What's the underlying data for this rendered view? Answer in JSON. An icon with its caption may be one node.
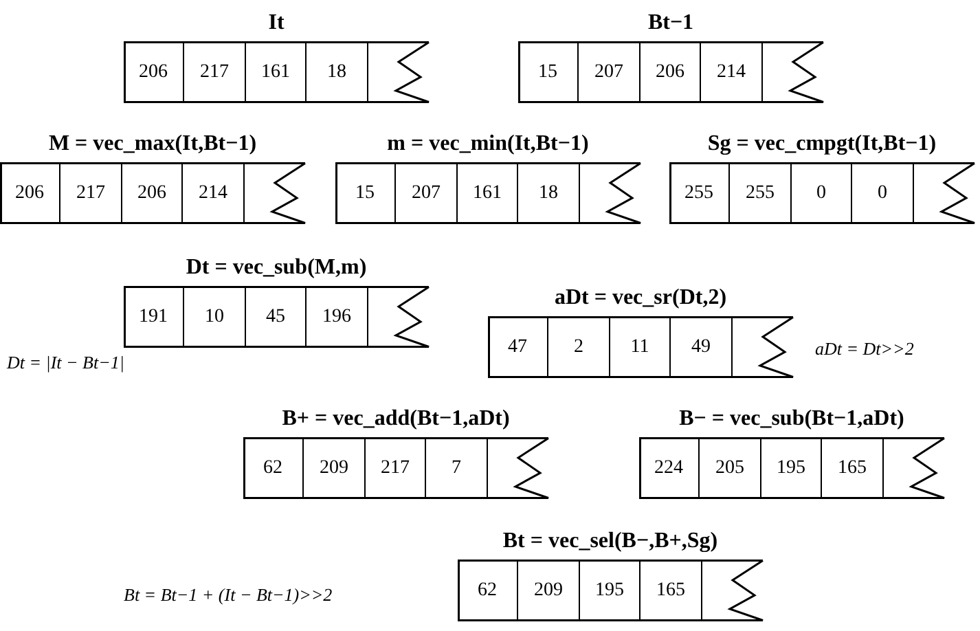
{
  "diagram": {
    "nodes": [
      {
        "text": [
          "It",
          "206",
          "217",
          "161",
          "18"
        ]
      },
      {
        "text": [
          "Bt−1",
          "15",
          "207",
          "206",
          "214"
        ]
      },
      {
        "text": [
          "M = vec_max(It,Bt−1)",
          "206",
          "217",
          "206",
          "214"
        ]
      },
      {
        "text": [
          "m = vec_min(It,Bt−1)",
          "15",
          "207",
          "161",
          "18"
        ]
      },
      {
        "text": [
          "Sg = vec_cmpgt(It,Bt−1)",
          "255",
          "255",
          "0",
          "0"
        ]
      },
      {
        "text": [
          "Dt = vec_sub(M,m)",
          "191",
          "10",
          "45",
          "196"
        ]
      },
      {
        "text": [
          "aDt = vec_sr(Dt,2)",
          "47",
          "2",
          "11",
          "49"
        ]
      },
      {
        "text": [
          "B+ = vec_add(Bt−1,aDt)",
          "62",
          "209",
          "217",
          "7"
        ]
      },
      {
        "text": [
          "B− = vec_sub(Bt−1,aDt)",
          "224",
          "205",
          "195",
          "165"
        ]
      },
      {
        "text": [
          "Bt = vec_sel(B−,B+,Sg)",
          "62",
          "209",
          "195",
          "165"
        ]
      }
    ],
    "edges": [],
    "labels": [
      "aDt = Dt>>2",
      "Dt = |It − Bt−1|",
      "Bt = Bt−1 + (It − Bt−1)>>2"
    ]
  }
}
